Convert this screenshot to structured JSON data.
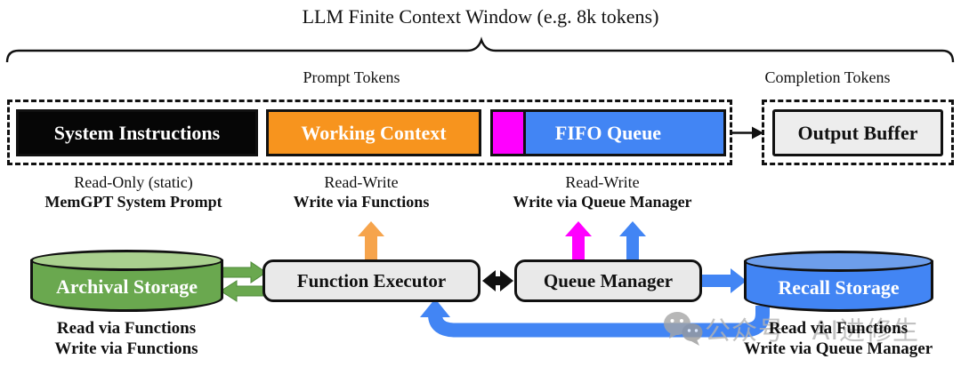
{
  "title": "LLM Finite Context Window (e.g. 8k tokens)",
  "zones": {
    "prompt_tokens": "Prompt Tokens",
    "completion_tokens": "Completion Tokens"
  },
  "context_window": {
    "system_instructions": {
      "label": "System Instructions",
      "caption_line1": "Read-Only (static)",
      "caption_line2": "MemGPT System Prompt"
    },
    "working_context": {
      "label": "Working Context",
      "caption_line1": "Read-Write",
      "caption_line2": "Write via Functions"
    },
    "fifo_queue": {
      "label": "FIFO Queue",
      "caption_line1": "Read-Write",
      "caption_line2": "Write via Queue Manager"
    },
    "output_buffer": {
      "label": "Output Buffer"
    }
  },
  "components": {
    "archival_storage": {
      "label": "Archival Storage",
      "caption_line1": "Read via Functions",
      "caption_line2": "Write via Functions"
    },
    "function_executor": {
      "label": "Function Executor"
    },
    "queue_manager": {
      "label": "Queue Manager"
    },
    "recall_storage": {
      "label": "Recall Storage",
      "caption_line1": "Read via Functions",
      "caption_line2": "Write via Queue Manager"
    }
  },
  "watermark": {
    "text": "公众号 · AI进修生"
  },
  "colors": {
    "orange": "#F7941E",
    "magenta": "#FF00FF",
    "blue": "#4285F4",
    "blue_light": "#6D9EEB",
    "green": "#6AA84F",
    "green_light": "#A9D08E",
    "gray_box": "#E9E9E9",
    "black": "#111111"
  }
}
